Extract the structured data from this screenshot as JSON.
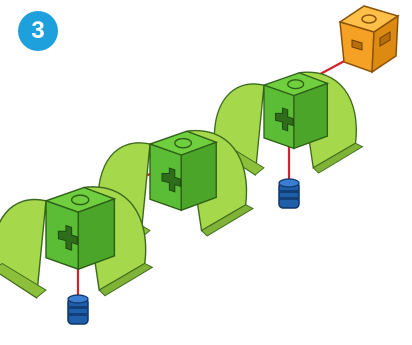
{
  "step": {
    "number": "3"
  },
  "colors": {
    "badge": "#1ea0dc",
    "connector_green": "#5bbd35",
    "cap_green": "#a6d84c",
    "corner_orange": "#f4a125",
    "axle_blue": "#1f5faa",
    "guide_line": "#d6202a"
  },
  "parts": {
    "green_curved_assemblies": 3,
    "orange_corner_blocks": 1,
    "blue_axle_pegs": 2
  }
}
